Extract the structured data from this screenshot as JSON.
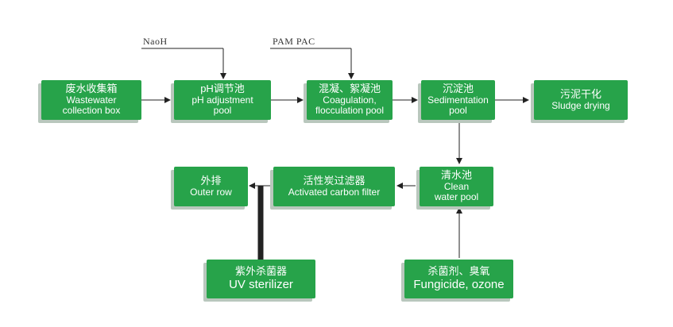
{
  "chemicals": {
    "naoh": "NaoH",
    "pam_pac": "PAM PAC"
  },
  "boxes": {
    "collection": {
      "zh": "废水收集箱",
      "en1": "Wastewater",
      "en2": "collection box"
    },
    "ph": {
      "zh": "pH调节池",
      "en1": "pH adjustment",
      "en2": "pool"
    },
    "coag": {
      "zh": "混凝、絮凝池",
      "en1": "Coagulation,",
      "en2": "flocculation pool"
    },
    "sed": {
      "zh": "沉淀池",
      "en1": "Sedimentation",
      "en2": "pool"
    },
    "sludge": {
      "zh": "污泥干化",
      "en1": "Sludge drying"
    },
    "clean": {
      "zh": "清水池",
      "en1": "Clean",
      "en2": "water pool"
    },
    "carbon": {
      "zh": "活性炭过滤器",
      "en1": "Activated carbon filter"
    },
    "outer": {
      "zh": "外排",
      "en1": "Outer row"
    },
    "uv": {
      "zh": "紫外杀菌器",
      "en1": "UV sterilizer"
    },
    "fungicide": {
      "zh": "杀菌剂、臭氧",
      "en1": "Fungicide, ozone"
    }
  },
  "colors": {
    "box_fill": "#27a34a",
    "box_text": "#ffffff",
    "arrow": "#222222"
  }
}
